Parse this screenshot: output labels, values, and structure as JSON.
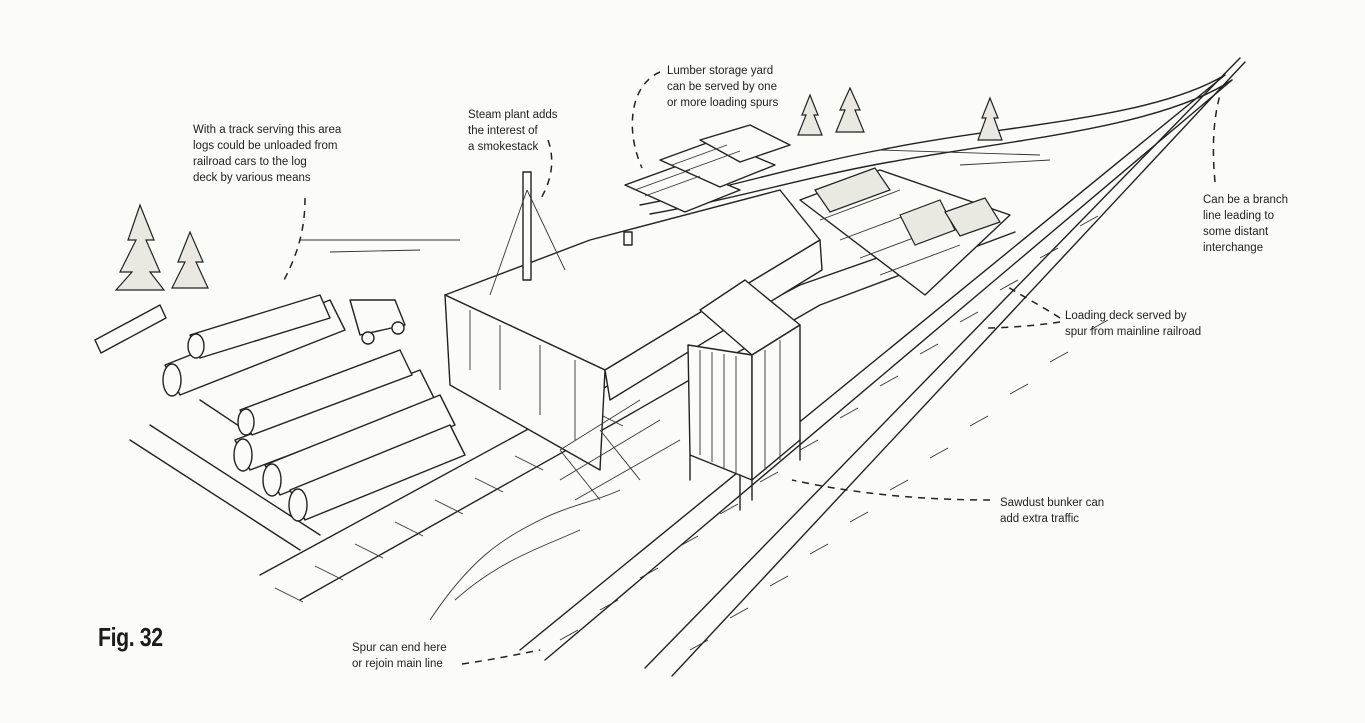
{
  "figure": {
    "label": "Fig. 32"
  },
  "callouts": {
    "log_deck": {
      "lines": [
        "With a track serving this area",
        "logs could be unloaded from",
        "railroad cars to the log",
        "deck by various means"
      ]
    },
    "steam_plant": {
      "lines": [
        "Steam plant adds",
        "the interest of",
        "a smokestack"
      ]
    },
    "lumber_yard": {
      "lines": [
        "Lumber storage yard",
        "can be served by one",
        "or more loading spurs"
      ]
    },
    "branch_line": {
      "lines": [
        "Can be a branch",
        "line leading to",
        "some distant",
        "interchange"
      ]
    },
    "loading_deck": {
      "lines": [
        "Loading deck served by",
        "spur from mainline railroad"
      ]
    },
    "sawdust_bunker": {
      "lines": [
        "Sawdust bunker can",
        "add extra traffic"
      ]
    },
    "spur_end": {
      "lines": [
        "Spur can end here",
        "or rejoin main line"
      ]
    }
  }
}
